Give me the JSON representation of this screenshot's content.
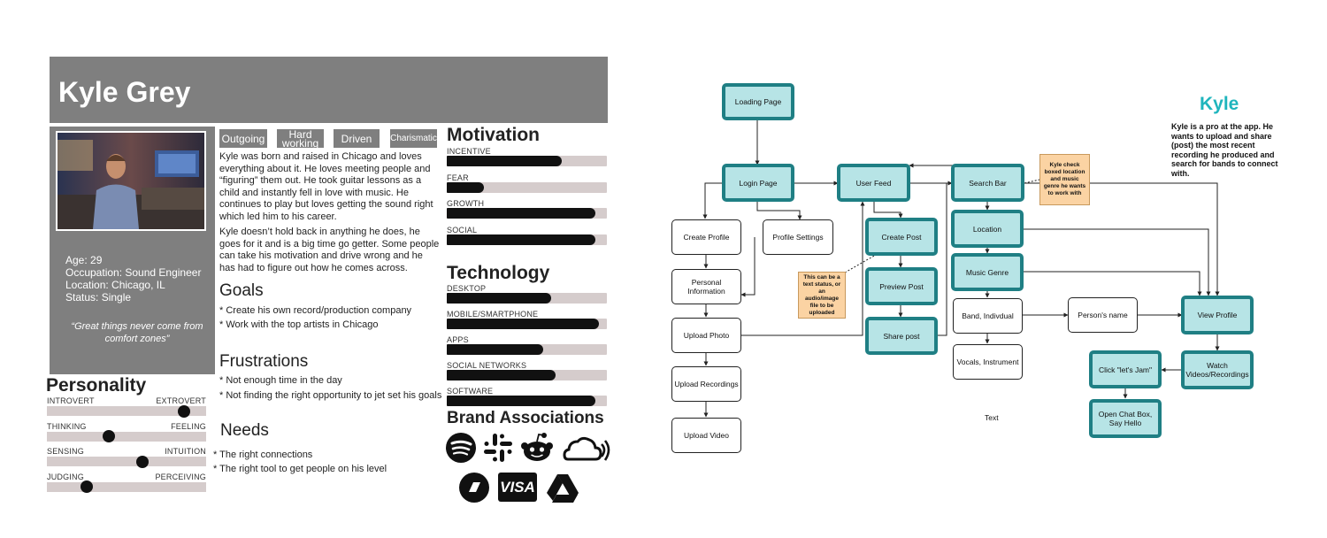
{
  "persona": {
    "name": "Kyle Grey",
    "stats": {
      "age": "Age: 29",
      "occupation": "Occupation: Sound Engineer",
      "location": "Location: Chicago, IL",
      "status": "Status: Single"
    },
    "quote": "“Great things never come from comfort zones”",
    "tags": [
      "Outgoing",
      "Hard working",
      "Driven",
      "Charismatic"
    ],
    "bio_1": "Kyle was born and raised in Chicago and loves everything about it. He loves meeting people and “figuring” them out. He took guitar lessons as a child and instantly fell in love with music. He continues to play but loves getting the sound right which led him to his career.",
    "bio_2": "Kyle doesn’t hold back in anything he does, he goes for it and is a big time go getter. Some people can take his motivation and drive wrong and he has had to figure out how he comes across.",
    "goals": {
      "title": "Goals",
      "items": [
        "* Create his own record/production company",
        "* Work with the top artists in Chicago"
      ]
    },
    "frustrations": {
      "title": "Frustrations",
      "items": [
        "* Not enough time in the day",
        "* Not finding the right opportunity to jet set his goals"
      ]
    },
    "needs": {
      "title": "Needs",
      "items": [
        "* The right connections",
        "* The right tool to get people on his level"
      ]
    },
    "personality": {
      "title": "Personality",
      "scales": [
        {
          "left": "INTROVERT",
          "right": "EXTROVERT",
          "value": 0.86
        },
        {
          "left": "THINKING",
          "right": "FEELING",
          "value": 0.39
        },
        {
          "left": "SENSING",
          "right": "INTUITION",
          "value": 0.6
        },
        {
          "left": "JUDGING",
          "right": "PERCEIVING",
          "value": 0.25
        }
      ]
    },
    "motivation": {
      "title": "Motivation",
      "bars": [
        {
          "label": "INCENTIVE",
          "value": 0.72
        },
        {
          "label": "FEAR",
          "value": 0.23
        },
        {
          "label": "GROWTH",
          "value": 0.93
        },
        {
          "label": "SOCIAL",
          "value": 0.93
        }
      ]
    },
    "technology": {
      "title": "Technology",
      "bars": [
        {
          "label": "DESKTOP",
          "value": 0.65
        },
        {
          "label": "MOBILE/SMARTPHONE",
          "value": 0.95
        },
        {
          "label": "APPS",
          "value": 0.6
        },
        {
          "label": "SOCIAL NETWORKS",
          "value": 0.68
        },
        {
          "label": "SOFTWARE",
          "value": 0.93
        }
      ]
    },
    "brands": {
      "title": "Brand Associations",
      "icons": [
        "spotify-icon",
        "slack-icon",
        "reddit-icon",
        "soundcloud-icon",
        "tidal-icon",
        "visa-icon",
        "google-drive-icon"
      ],
      "visa_text": "VISA"
    }
  },
  "flow": {
    "nodes": {
      "loading": "Loading Page",
      "login": "Login Page",
      "user_feed": "User Feed",
      "search_bar": "Search Bar",
      "create_profile": "Create Profile",
      "profile_settings": "Profile Settings",
      "personal_info": "Personal Information",
      "upload_photo": "Upload Photo",
      "upload_recordings": "Upload Recordings",
      "upload_video": "Upload Video",
      "create_post": "Create Post",
      "preview_post": "Preview Post",
      "share_post": "Share post",
      "location": "Location",
      "music_genre": "Music Genre",
      "band": "Band, Indivdual",
      "vocals": "Vocals, Instrument",
      "persons_name": "Person's name",
      "view_profile": "View Profile",
      "watch": "Watch Videos/Recordings",
      "lets_jam": "Click \"let's Jam\"",
      "chat": "Open Chat Box, Say Hello"
    },
    "note_search": "Kyle check boxed location and music genre he wants to work with",
    "note_post": "This can be a text status, or an audio/image file to be uploaded",
    "stray_text": "Text",
    "kyle_title": "Kyle",
    "kyle_desc": "Kyle is a pro at the app. He wants to upload and share (post) the most recent recording he produced and search for bands to connect with."
  },
  "colors": {
    "header_gray": "#7f7f7f",
    "teal_border": "#1f7f84",
    "teal_fill": "#b7e4e6",
    "note_fill": "#fbd3a3",
    "kyle_title": "#1fb5bd"
  }
}
